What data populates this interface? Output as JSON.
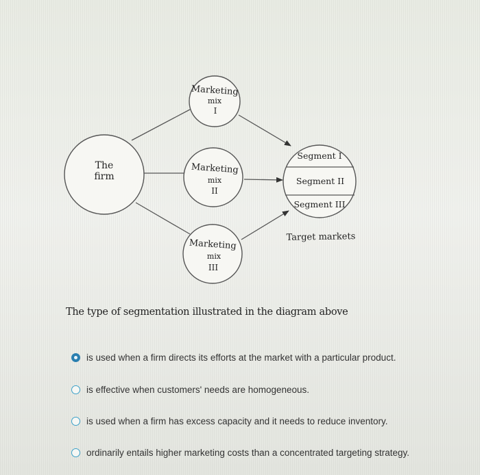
{
  "diagram": {
    "firm": {
      "line1": "The",
      "line2": "firm"
    },
    "mix1": {
      "line1": "Marketing",
      "line2": "mix",
      "line3": "I"
    },
    "mix2": {
      "line1": "Marketing",
      "line2": "mix",
      "line3": "II"
    },
    "mix3": {
      "line1": "Marketing",
      "line2": "mix",
      "line3": "III"
    },
    "segments": [
      "Segment I",
      "Segment II",
      "Segment III"
    ],
    "target_label": "Target markets"
  },
  "question": "The type of segmentation illustrated in the diagram above",
  "options": [
    {
      "label": "is used when a firm directs its efforts at the market with a particular product.",
      "selected": true
    },
    {
      "label": "is effective when customers' needs are homogeneous.",
      "selected": false
    },
    {
      "label": "is used when a firm has excess capacity and it needs to reduce inventory.",
      "selected": false
    },
    {
      "label": "ordinarily entails higher marketing costs than a concentrated targeting strategy.",
      "selected": false
    }
  ]
}
